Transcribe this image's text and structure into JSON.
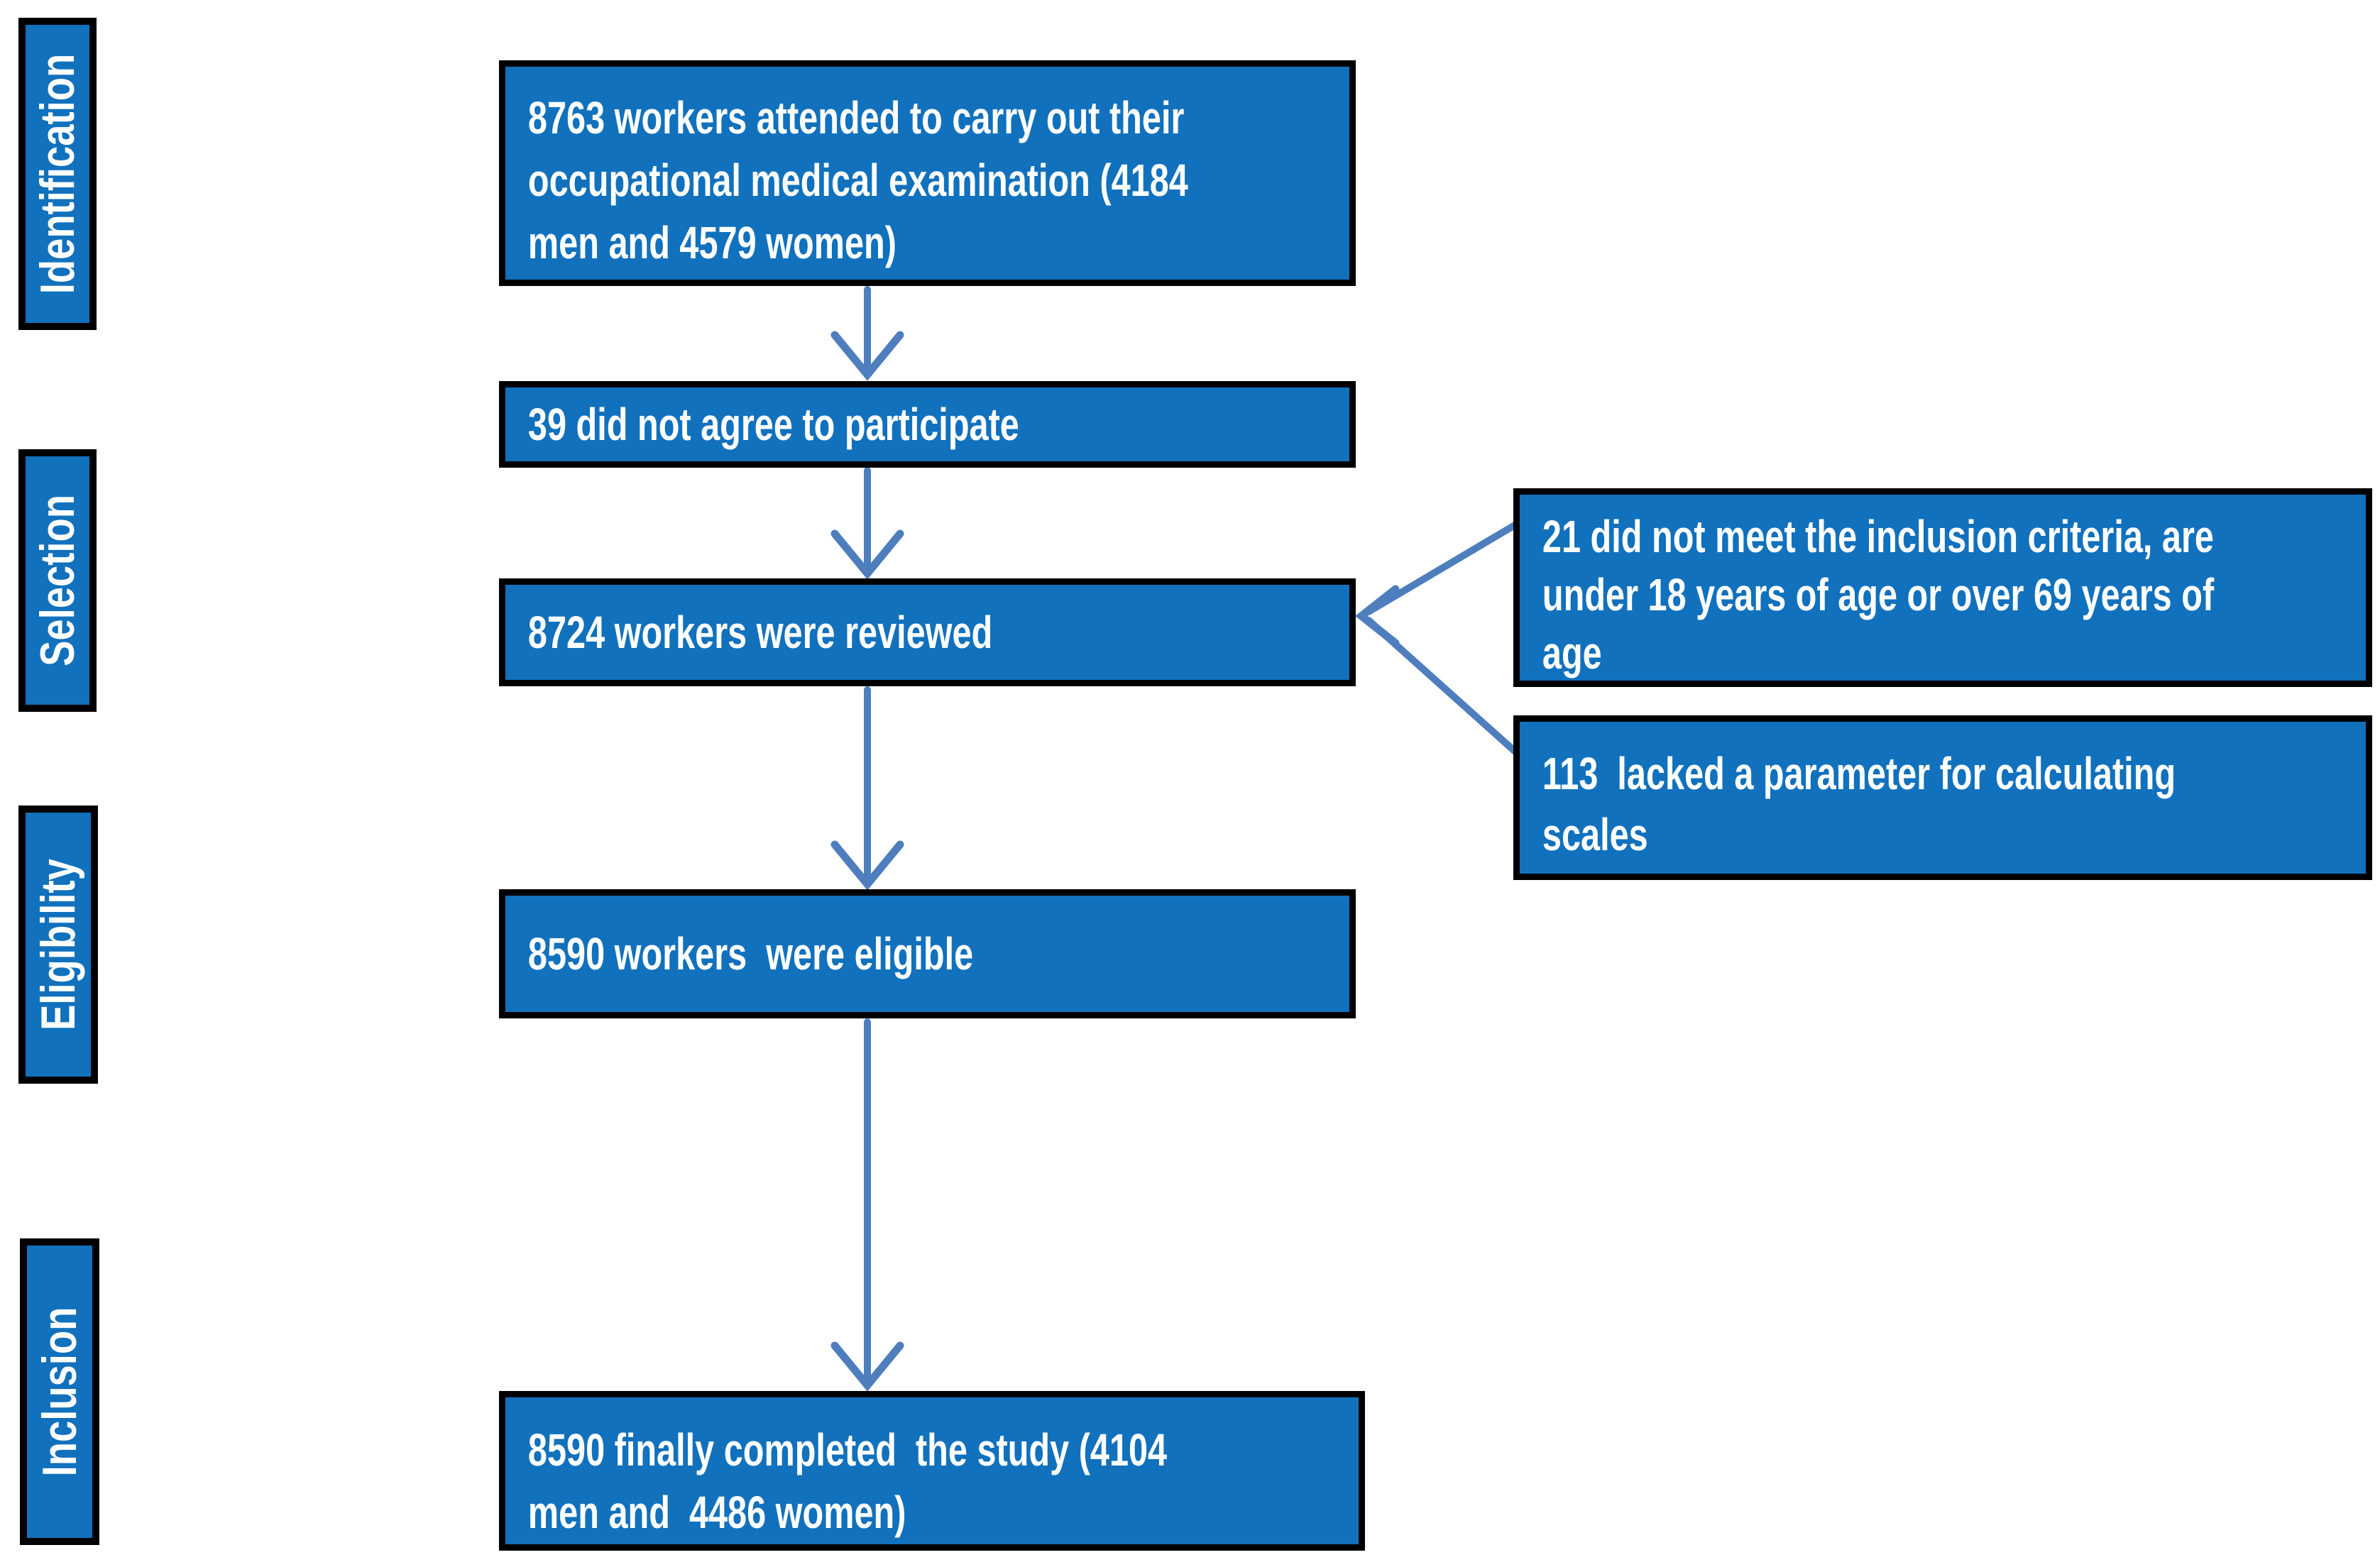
{
  "palette": {
    "box_fill": "#1171BD",
    "box_border": "#000000",
    "connector": "#4E7EBD",
    "text": "#FFFFFF",
    "background": "#FFFFFF"
  },
  "stage_labels": [
    {
      "label": "Identification"
    },
    {
      "label": "Selection"
    },
    {
      "label": "Eligibility"
    },
    {
      "label": "Inclusion"
    }
  ],
  "flow_boxes": [
    {
      "lines": [
        "8763 workers attended to carry out their",
        "occupational medical examination (4184",
        "men and 4579 women)"
      ]
    },
    {
      "lines": [
        "39 did not agree to participate"
      ]
    },
    {
      "lines": [
        "8724 workers were reviewed"
      ]
    },
    {
      "lines": [
        "8590 workers  were eligible"
      ]
    },
    {
      "lines": [
        "8590 finally completed  the study (4104",
        "men and  4486 women)"
      ]
    }
  ],
  "exclusion_boxes": [
    {
      "lines": [
        "21 did not meet the inclusion criteria, are",
        "under 18 years of age or over 69 years of",
        "age"
      ]
    },
    {
      "lines": [
        "113  lacked a parameter for calculating",
        "scales"
      ]
    }
  ]
}
